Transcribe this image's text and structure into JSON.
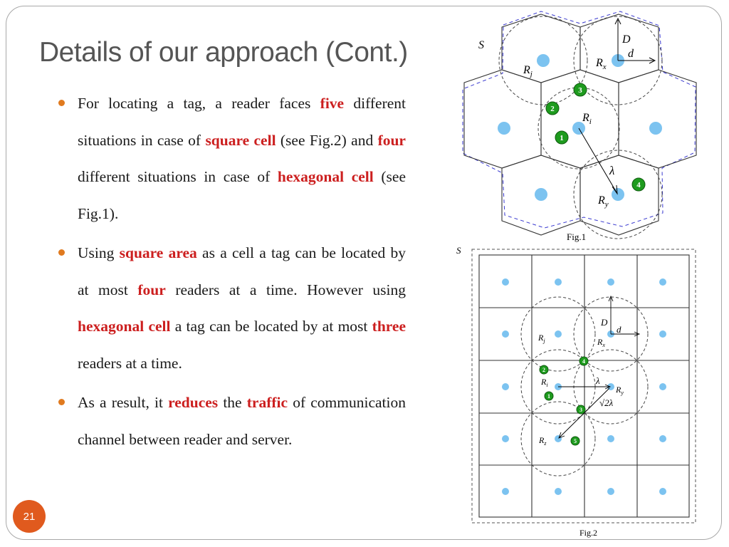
{
  "slide": {
    "title": "Details of our approach (Cont.)",
    "page_number": "21"
  },
  "bullets": [
    {
      "segments": [
        {
          "text": "For locating a tag, a reader faces ",
          "hl": false
        },
        {
          "text": "five",
          "hl": true
        },
        {
          "text": " different situations in case of ",
          "hl": false
        },
        {
          "text": "square cell",
          "hl": true
        },
        {
          "text": " (see Fig.2) and ",
          "hl": false
        },
        {
          "text": "four",
          "hl": true
        },
        {
          "text": " different situations in case of ",
          "hl": false
        },
        {
          "text": "hexagonal cell",
          "hl": true
        },
        {
          "text": " (see Fig.1).",
          "hl": false
        }
      ]
    },
    {
      "segments": [
        {
          "text": "Using ",
          "hl": false
        },
        {
          "text": "square area",
          "hl": true
        },
        {
          "text": " as a cell a tag can be located by at most ",
          "hl": false
        },
        {
          "text": "four",
          "hl": true
        },
        {
          "text": " readers at a time. However using ",
          "hl": false
        },
        {
          "text": "hexagonal cell",
          "hl": true
        },
        {
          "text": " a tag can be located by at most ",
          "hl": false
        },
        {
          "text": "three",
          "hl": true
        },
        {
          "text": " readers at a time.",
          "hl": false
        }
      ]
    },
    {
      "segments": [
        {
          "text": "As a result, it ",
          "hl": false
        },
        {
          "text": "reduces",
          "hl": true
        },
        {
          "text": " the ",
          "hl": false
        },
        {
          "text": "traffic",
          "hl": true
        },
        {
          "text": " of communication channel between reader and server.",
          "hl": false
        }
      ]
    }
  ],
  "fig1": {
    "caption": "Fig.1",
    "area_label": "S",
    "readers": {
      "j": "j",
      "x": "x",
      "i": "i",
      "y": "y",
      "base": "R"
    },
    "dim_D": "D",
    "dim_d": "d",
    "lambda": "λ",
    "situations": [
      "1",
      "2",
      "3",
      "4"
    ]
  },
  "fig2": {
    "caption": "Fig.2",
    "area_label": "S",
    "readers": {
      "j": "j",
      "x": "x",
      "i": "i",
      "y": "y",
      "z": "z",
      "base": "R"
    },
    "dim_D": "D",
    "dim_d": "d",
    "lambda": "λ",
    "sqrt2lambda": "√2λ",
    "situations": [
      "1",
      "2",
      "3",
      "4",
      "5"
    ]
  },
  "colors": {
    "title": "#555555",
    "highlight": "#cc1f1f",
    "bullet": "#e07a1f",
    "page_badge": "#e05a1e",
    "reader_dot": "#7cc3f0",
    "situation_badge": "#1e9b1e",
    "boundary": "#3a3ad0"
  }
}
